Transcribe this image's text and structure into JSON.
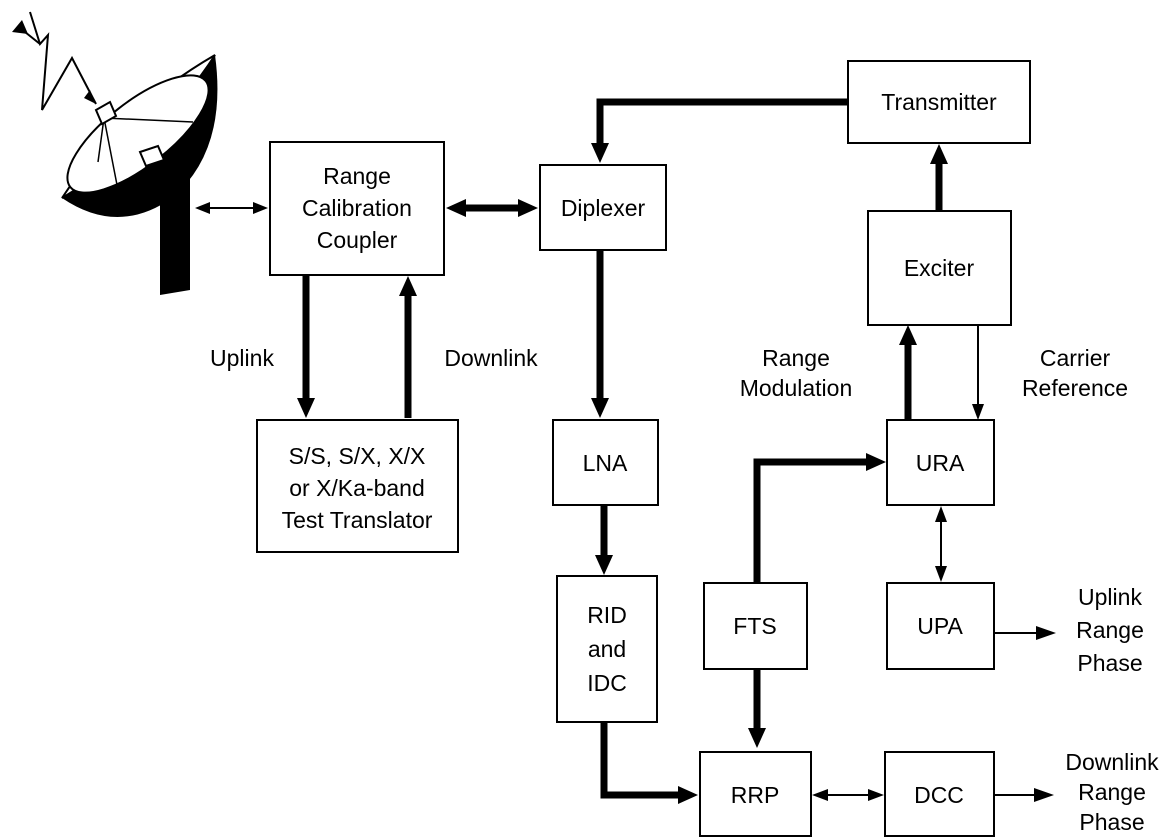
{
  "blocks": {
    "rcc": [
      "Range",
      "Calibration",
      "Coupler"
    ],
    "diplexer": [
      "Diplexer"
    ],
    "transmitter": [
      "Transmitter"
    ],
    "exciter": [
      "Exciter"
    ],
    "translator": [
      "S/S, S/X, X/X",
      "or X/Ka-band",
      "Test Translator"
    ],
    "lna": [
      "LNA"
    ],
    "rid": [
      "RID",
      "and",
      "IDC"
    ],
    "ura": [
      "URA"
    ],
    "fts": [
      "FTS"
    ],
    "upa": [
      "UPA"
    ],
    "rrp": [
      "RRP"
    ],
    "dcc": [
      "DCC"
    ]
  },
  "labels": {
    "uplink": [
      "Uplink"
    ],
    "downlink": [
      "Downlink"
    ],
    "range_mod": [
      "Range",
      "Modulation"
    ],
    "carrier_ref": [
      "Carrier",
      "Reference"
    ],
    "uplink_phase": [
      "Uplink",
      "Range",
      "Phase"
    ],
    "downlink_phase": [
      "Downlink",
      "Range",
      "Phase"
    ]
  },
  "colors": {
    "line": "#000000",
    "background": "#ffffff"
  }
}
